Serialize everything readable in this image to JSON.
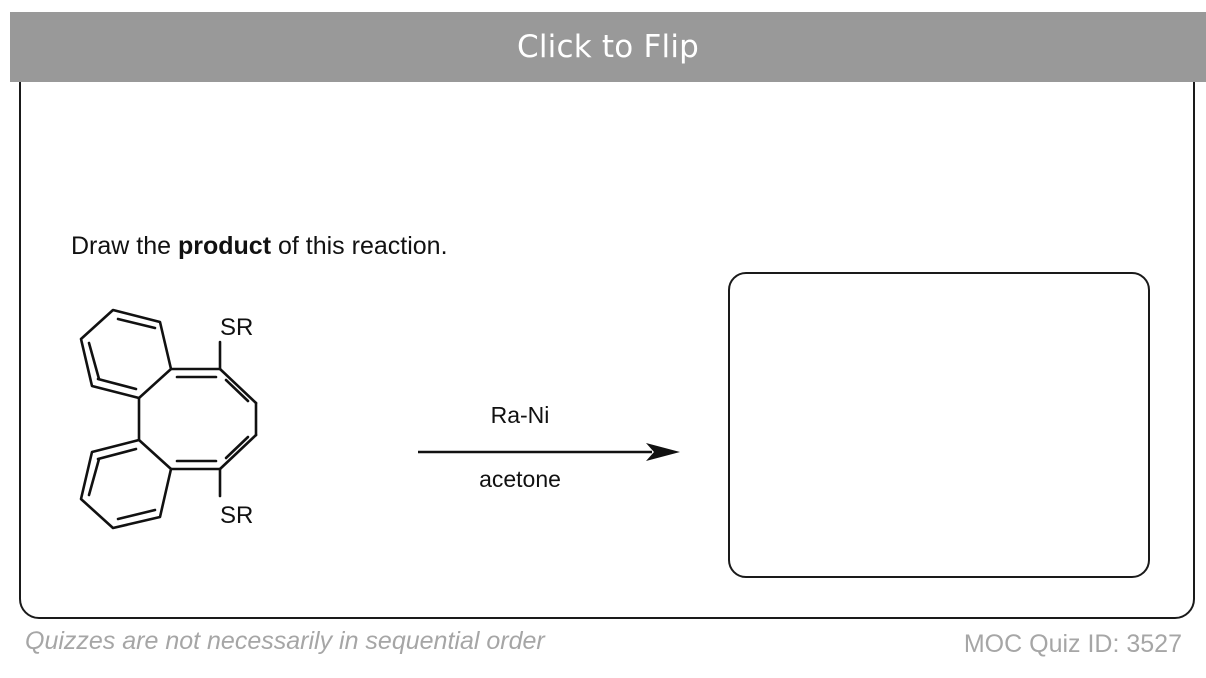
{
  "flip_bar": {
    "label": "Click to Flip"
  },
  "question": {
    "prefix": "Draw the ",
    "emphasis": "product",
    "suffix": " of this reaction."
  },
  "molecule": {
    "substituent_top": "SR",
    "substituent_bottom": "SR"
  },
  "reaction": {
    "reagent": "Ra-Ni",
    "solvent": "acetone"
  },
  "footer": {
    "note": "Quizzes are not necessarily in sequential order",
    "quiz_id": "MOC Quiz ID: 3527"
  },
  "colors": {
    "flip_bar_bg": "#999999",
    "border": "#1a1a1a",
    "footer_text": "#a6a6a6"
  }
}
